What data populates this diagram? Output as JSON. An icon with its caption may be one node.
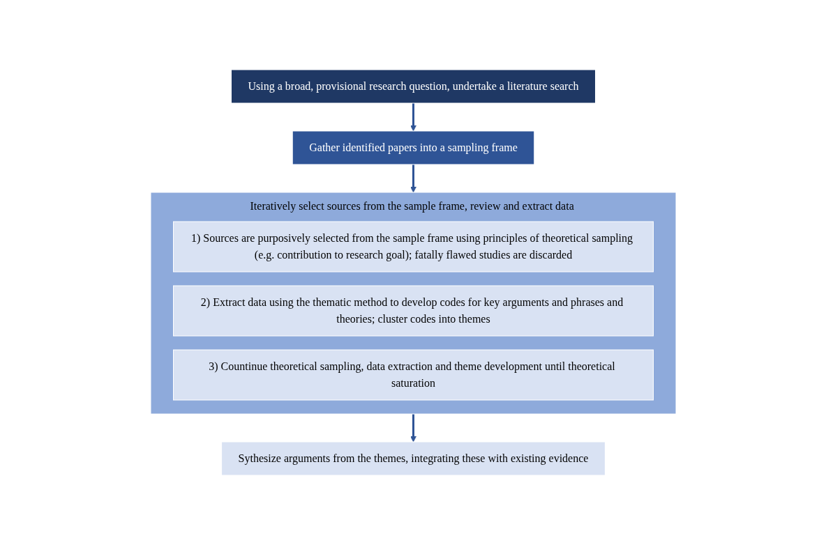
{
  "diagram": {
    "nodes": [
      {
        "text": [
          "Using a broad, provisional research question, undertake a literature search"
        ]
      },
      {
        "text": [
          "Gather identified papers into a sampling frame"
        ]
      },
      {
        "text": [
          "Iteratively select sources from the sample frame, review and extract data"
        ]
      },
      {
        "text": [
          "1) Sources are purposively selected from the sample frame using principles of theoretical sampling (e.g. contribution to research goal); fatally flawed studies are discarded"
        ],
        "in": 2
      },
      {
        "text": [
          "2) Extract data using the thematic method to develop codes for key arguments and phrases and theories; cluster codes into themes"
        ],
        "in": 2
      },
      {
        "text": [
          "3) Countinue theoretical sampling, data extraction and theme development until theoretical saturation"
        ],
        "in": 2
      },
      {
        "text": [
          "Sythesize arguments from the themes, integrating these with existing evidence"
        ]
      }
    ],
    "edges": [
      {
        "from": 0,
        "to": 1,
        "arrow": "to"
      },
      {
        "from": 1,
        "to": 2,
        "arrow": "to"
      },
      {
        "from": 2,
        "to": 6,
        "arrow": "to"
      }
    ]
  }
}
